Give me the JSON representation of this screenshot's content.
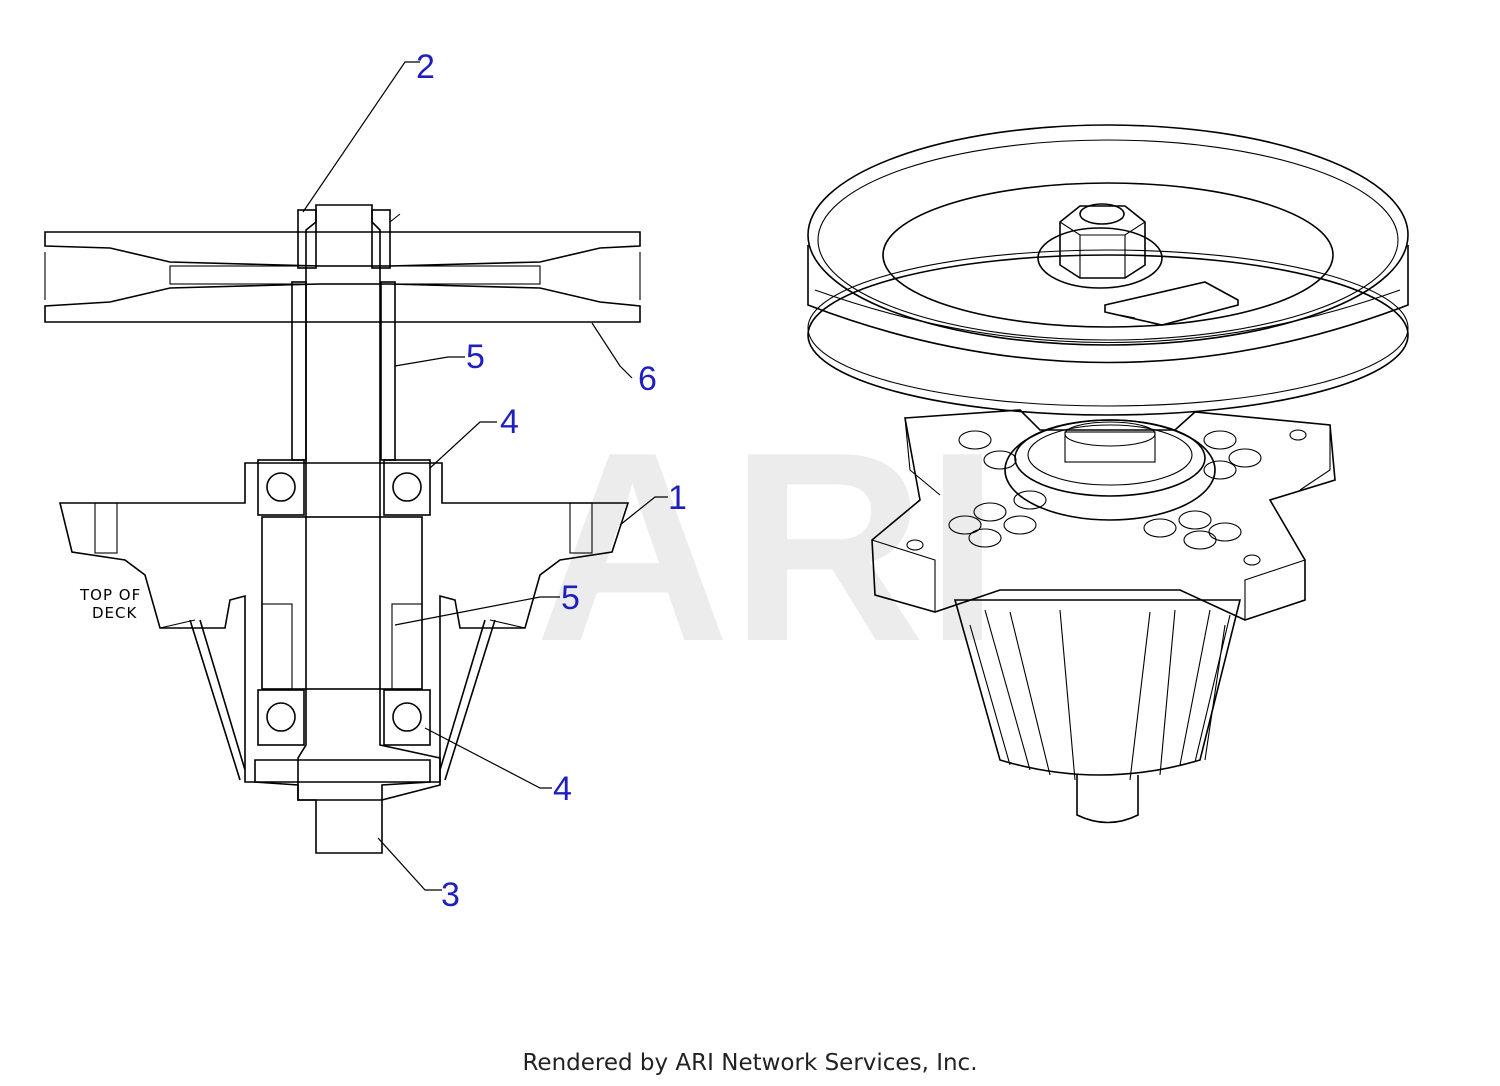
{
  "colors": {
    "callout": "#1f1fbf",
    "line": "#000000",
    "watermark": "#ececec"
  },
  "watermark": "ARI",
  "deck_label": {
    "line1": "TOP OF",
    "line2": "DECK"
  },
  "callouts": [
    {
      "id": "c2",
      "label": "2"
    },
    {
      "id": "c5a",
      "label": "5"
    },
    {
      "id": "c6",
      "label": "6"
    },
    {
      "id": "c4a",
      "label": "4"
    },
    {
      "id": "c1",
      "label": "1"
    },
    {
      "id": "c5b",
      "label": "5"
    },
    {
      "id": "c4b",
      "label": "4"
    },
    {
      "id": "c3",
      "label": "3"
    }
  ],
  "footer": "Rendered by ARI Network Services, Inc."
}
